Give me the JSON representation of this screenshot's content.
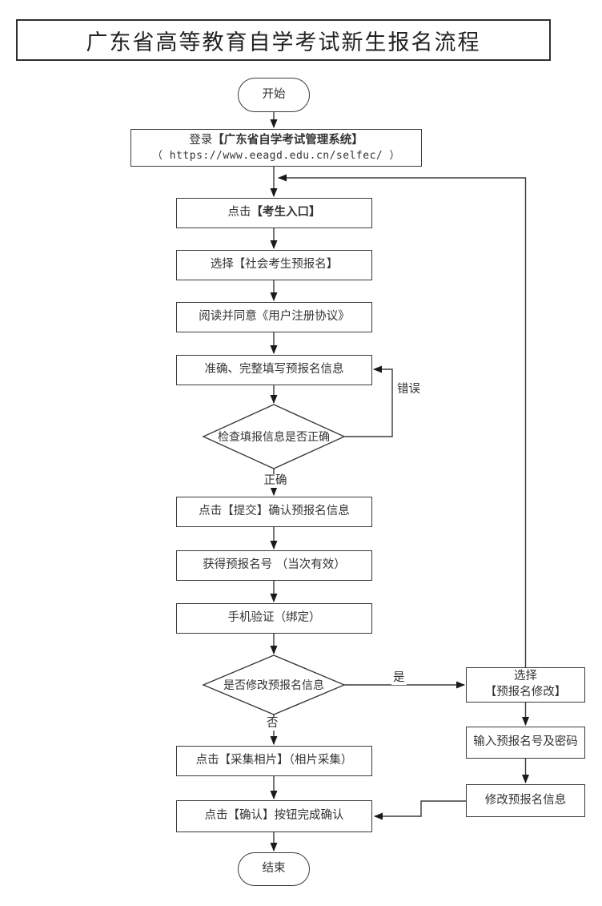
{
  "title": "广东省高等教育自学考试新生报名流程",
  "nodes": {
    "start": {
      "label": "开始"
    },
    "login": {
      "prefix": "登录",
      "strong": "【广东省自学考试管理系统】",
      "url": "（ https://www.eeagd.edu.cn/selfec/ ）"
    },
    "entrance": {
      "prefix": "点击",
      "strong": "【考生入口】"
    },
    "choose_prereg": {
      "label": "选择【社会考生预报名】"
    },
    "agreement": {
      "label": "阅读并同意《用户注册协议》"
    },
    "fill_info": {
      "label": "准确、完整填写预报名信息"
    },
    "check_info": {
      "label": "检查填报信息是否正确"
    },
    "submit": {
      "label": "点击【提交】确认预报名信息"
    },
    "get_number": {
      "label": "获得预报名号 （当次有效）"
    },
    "phone_verify": {
      "label": "手机验证（绑定）"
    },
    "modify_q": {
      "label": "是否修改预报名信息"
    },
    "collect_photo": {
      "label": "点击【采集相片】（相片采集）"
    },
    "confirm": {
      "label": "点击【确认】按钮完成确认"
    },
    "end": {
      "label": "结束"
    },
    "select_modify": {
      "line1": "选择",
      "line2": "【预报名修改】"
    },
    "enter_number": {
      "label": "输入预报名号及密码"
    },
    "modify_info": {
      "label": "修改预报名信息"
    }
  },
  "edge_labels": {
    "error": "错误",
    "correct": "正确",
    "yes": "是",
    "no": "否"
  },
  "colors": {
    "line": "#3a3a3a",
    "arrowhead": "#1a1a1a",
    "border": "#3a3a3a",
    "text": "#333333",
    "node_background": "#ffffff",
    "page_background": "#ffffff"
  }
}
